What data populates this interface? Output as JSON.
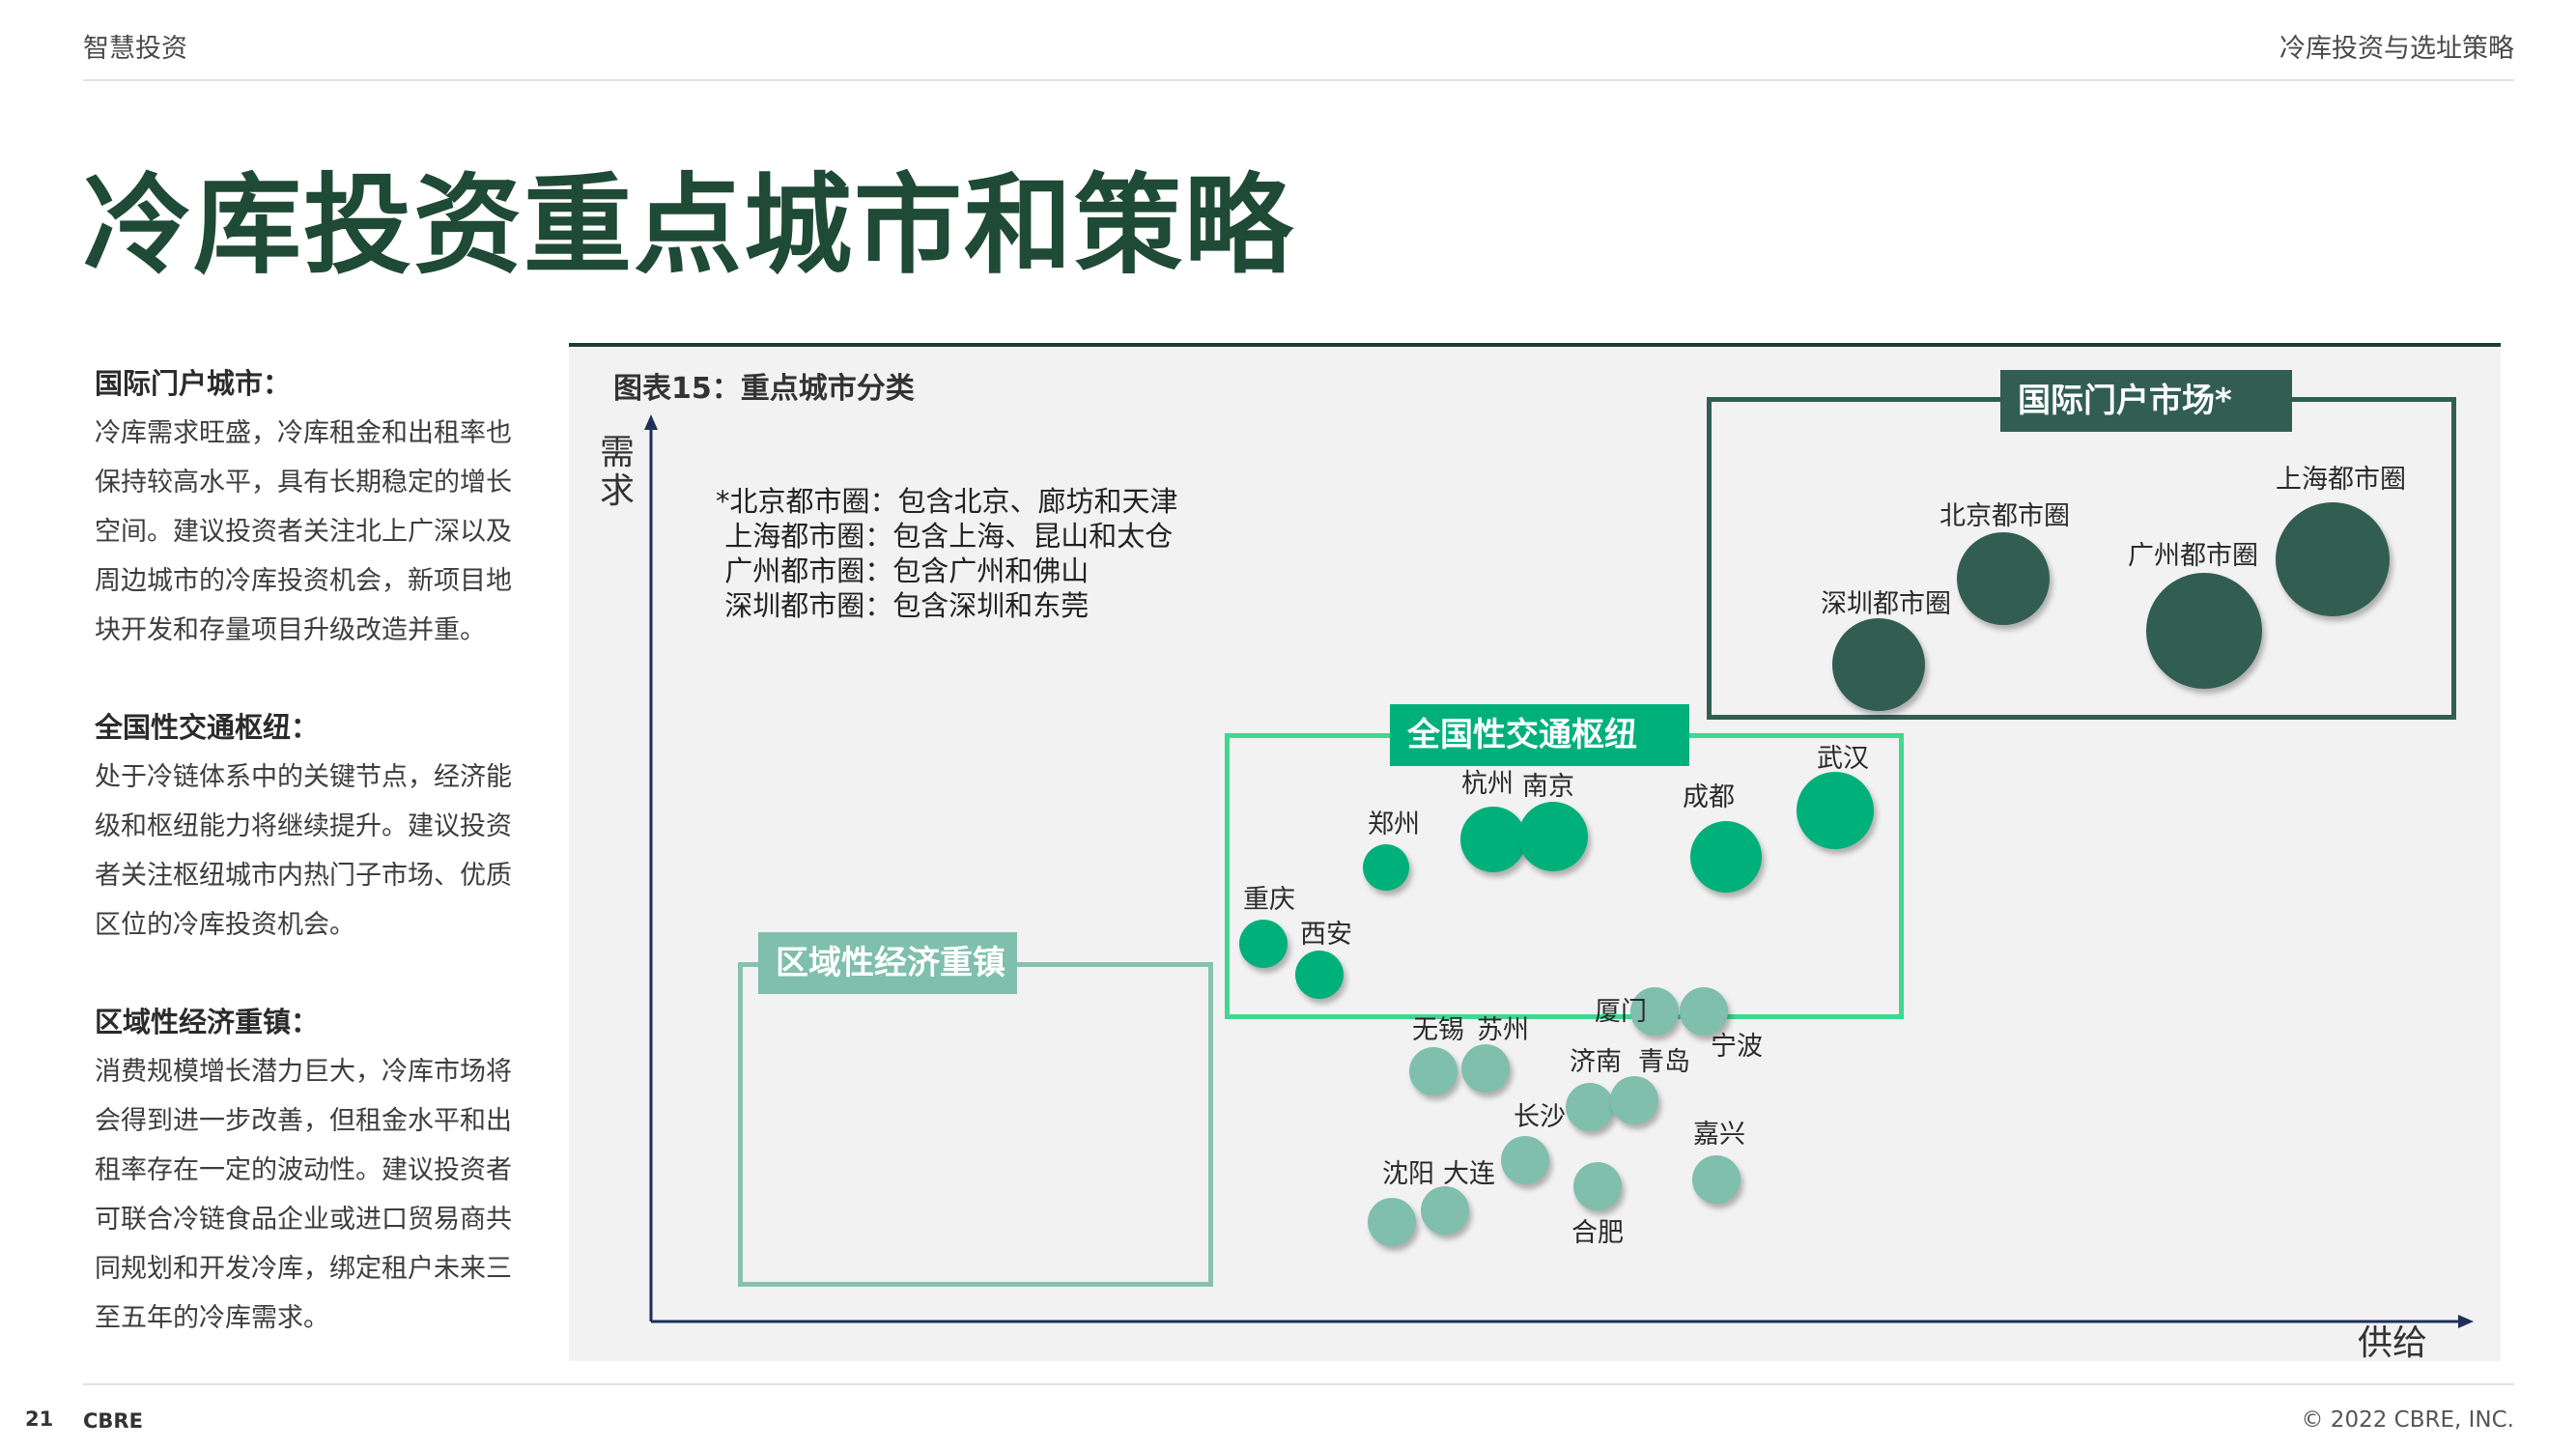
{
  "header": {
    "left": "智慧投资",
    "right": "冷库投资与选址策略"
  },
  "title": "冷库投资重点城市和策略",
  "sections": [
    {
      "heading": "国际门户城市：",
      "lines": [
        "冷库需求旺盛，冷库租金和出租率也",
        "保持较高水平，具有长期稳定的增长",
        "空间。建议投资者关注北上广深以及",
        "周边城市的冷库投资机会，新项目地",
        "块开发和存量项目升级改造并重。"
      ]
    },
    {
      "heading": "全国性交通枢纽：",
      "lines": [
        "处于冷链体系中的关键节点，经济能",
        "级和枢纽能力将继续提升。建议投资",
        "者关注枢纽城市内热门子市场、优质",
        "区位的冷库投资机会。"
      ]
    },
    {
      "heading": "区域性经济重镇：",
      "lines": [
        "消费规模增长潜力巨大，冷库市场将",
        "会得到进一步改善，但租金水平和出",
        "租率存在一定的波动性。建议投资者",
        "可联合冷链食品企业或进口贸易商共",
        "同规划和开发冷库，绑定租户未来三",
        "至五年的冷库需求。"
      ]
    }
  ],
  "chart": {
    "title": "图表15：重点城市分类",
    "ylabel": "需求",
    "xlabel": "供给",
    "notes": [
      "*北京都市圈：包含北京、廊坊和天津",
      " 上海都市圈：包含上海、昆山和太仓",
      " 广州都市圈：包含广州和佛山",
      " 深圳都市圈：包含深圳和东莞"
    ],
    "groups": [
      {
        "label": "国际门户市场*",
        "color": "#325e52",
        "fill": "#325e52"
      },
      {
        "label": "全国性交通枢纽",
        "color": "#3fd88e",
        "fill": "#00b07a"
      },
      {
        "label": "区域性经济重镇",
        "color": "#86c2ae",
        "fill": "#7fbfab"
      }
    ],
    "cities": [
      "上海都市圈",
      "北京都市圈",
      "广州都市圈",
      "深圳都市圈",
      "武汉",
      "杭州",
      "南京",
      "成都",
      "郑州",
      "重庆",
      "西安",
      "厦门",
      "宁波",
      "无锡",
      "苏州",
      "济南",
      "青岛",
      "长沙",
      "嘉兴",
      "沈阳",
      "大连",
      "合肥"
    ]
  },
  "footer": {
    "page": "21",
    "brand": "CBRE",
    "copyright": "© 2022 CBRE, INC."
  }
}
